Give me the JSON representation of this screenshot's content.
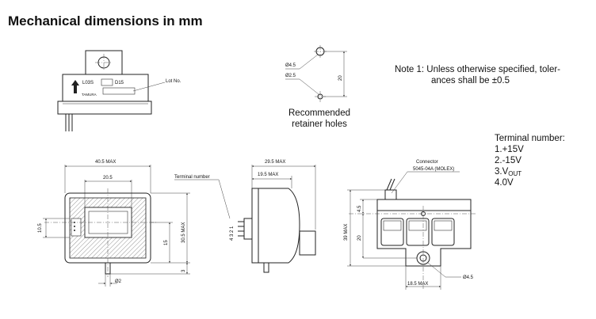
{
  "title": "Mechanical dimensions in mm",
  "top_view": {
    "model": "L03S",
    "suffix": "D15",
    "brand": "TAMURA",
    "lot_label": "Lot No."
  },
  "retainer": {
    "d1": "Ø4.5",
    "d2": "Ø2.5",
    "spacing": "20",
    "caption_line1": "Recommended",
    "caption_line2": "retainer holes"
  },
  "note": {
    "line1": "Note 1: Unless otherwise specified, toler-",
    "line2": "ances shall be ±0.5"
  },
  "terminals": {
    "heading": "Terminal number:",
    "t1": "1.+15V",
    "t2": "2.-15V",
    "t3_prefix": "3.V",
    "t3_sub": "OUT",
    "t4": "4.0V"
  },
  "front_view": {
    "width": "40.5 MAX",
    "aperture_width": "20.5",
    "aperture_height": "10.5",
    "height": "30.5 MAX",
    "pin_offset": "15",
    "pin_length": "3",
    "pin_diameter": "Ø2",
    "terminal_label": "Terminal number"
  },
  "side_view": {
    "depth": "29.5 MAX",
    "body_depth": "19.5 MAX",
    "pin_numbers": "4 3 2 1"
  },
  "rear_view": {
    "connector_label": "Connector",
    "connector_part": "5045-04A (MOLEX)",
    "height": "39 MAX",
    "tab_height": "4.5",
    "hole_offset": "20",
    "width": "18.5 MAX",
    "hole_diameter": "Ø4.5"
  }
}
